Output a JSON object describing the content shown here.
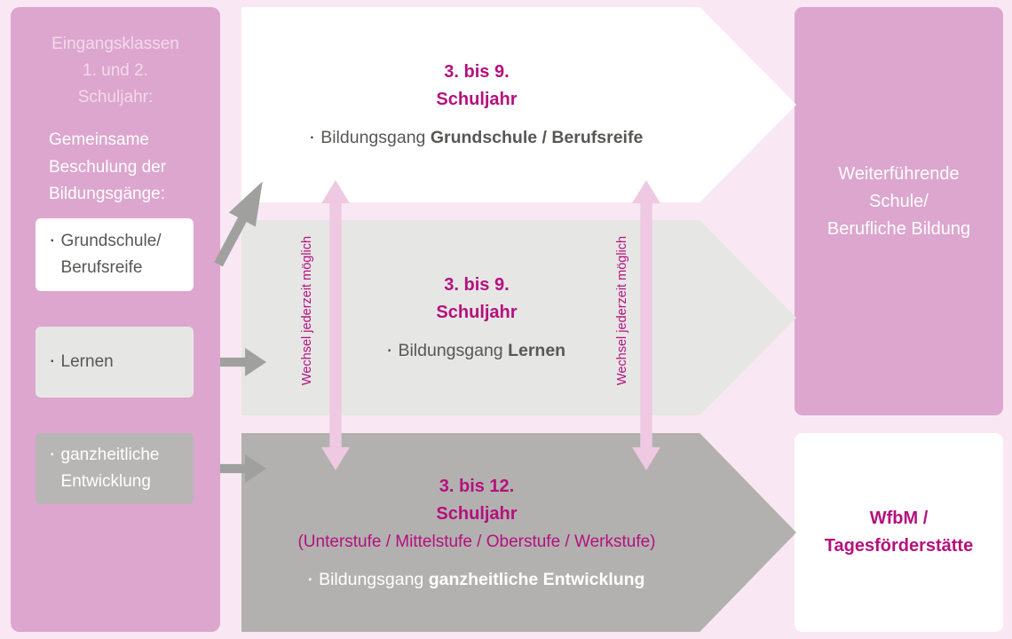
{
  "colors": {
    "background": "#f9e8f4",
    "panel_pink": "#dca6ce",
    "magenta": "#b5107e",
    "arrow_light_gray": "#e6e6e5",
    "arrow_gray": "#b2b1b0",
    "connector_gray": "#a0a09f",
    "transfer_pink": "#efc8e2",
    "text_dark": "#575756",
    "text_light_pink": "#f4d9ec"
  },
  "left_panel": {
    "heading_lines": [
      "Eingangsklassen",
      "1. und 2.",
      "Schuljahr:"
    ],
    "subheading_lines": [
      "Gemeinsame",
      "Beschulung der",
      "Bildungsgänge:"
    ],
    "boxes": [
      {
        "bullet": "▪",
        "lines": [
          "Grundschule/",
          "Berufsreife"
        ]
      },
      {
        "bullet": "▪",
        "lines": [
          "Lernen"
        ]
      },
      {
        "bullet": "▪",
        "lines": [
          "ganzheitliche",
          "Entwicklung"
        ]
      }
    ]
  },
  "pathways": [
    {
      "title_lines": [
        "3. bis 9.",
        "Schuljahr"
      ],
      "subtitle": "",
      "bullet": "▪",
      "label_prefix": "Bildungsgang",
      "label_bold": "Grundschule / Berufsreife"
    },
    {
      "title_lines": [
        "3. bis 9.",
        "Schuljahr"
      ],
      "subtitle": "",
      "bullet": "▪",
      "label_prefix": "Bildungsgang",
      "label_bold": "Lernen"
    },
    {
      "title_lines": [
        "3. bis 12.",
        "Schuljahr"
      ],
      "subtitle": "(Unterstufe / Mittelstufe / Oberstufe / Werkstufe)",
      "bullet": "▪",
      "label_prefix": "Bildungsgang",
      "label_bold": "ganzheitliche Entwicklung"
    }
  ],
  "transfer_label": "Wechsel jederzeit möglich",
  "right_boxes": [
    {
      "lines": [
        "Weiterführende",
        "Schule/",
        "Berufliche Bildung"
      ]
    },
    {
      "lines": [
        "WfbM /",
        "Tagesförderstätte"
      ]
    }
  ]
}
